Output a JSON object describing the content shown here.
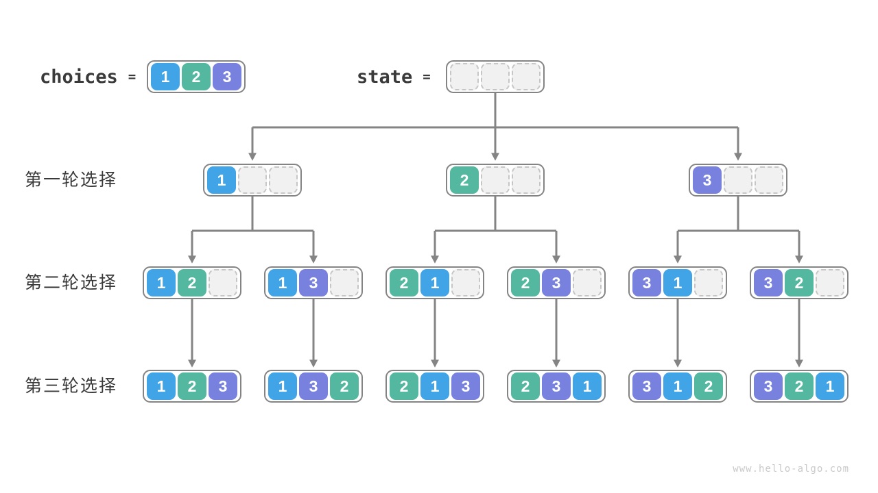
{
  "header": {
    "choices_label": "choices",
    "choices_equals": "=",
    "choices_cells": [
      "1",
      "2",
      "3"
    ],
    "state_label": "state",
    "state_equals": "=",
    "state_cells": [
      "",
      "",
      ""
    ]
  },
  "rows": [
    {
      "label": "第一轮选择"
    },
    {
      "label": "第二轮选择"
    },
    {
      "label": "第三轮选择"
    }
  ],
  "tree": {
    "level1": [
      [
        "1",
        "",
        ""
      ],
      [
        "2",
        "",
        ""
      ],
      [
        "3",
        "",
        ""
      ]
    ],
    "level2": [
      [
        "1",
        "2",
        ""
      ],
      [
        "1",
        "3",
        ""
      ],
      [
        "2",
        "1",
        ""
      ],
      [
        "2",
        "3",
        ""
      ],
      [
        "3",
        "1",
        ""
      ],
      [
        "3",
        "2",
        ""
      ]
    ],
    "level3": [
      [
        "1",
        "2",
        "3"
      ],
      [
        "1",
        "3",
        "2"
      ],
      [
        "2",
        "1",
        "3"
      ],
      [
        "2",
        "3",
        "1"
      ],
      [
        "3",
        "1",
        "2"
      ],
      [
        "3",
        "2",
        "1"
      ]
    ]
  },
  "colors": {
    "value1": "#41a4e6",
    "value2": "#54b8a0",
    "value3": "#7882de",
    "box_border": "#848484",
    "arrow": "#848484",
    "empty_fill": "#f1f1f1",
    "empty_border": "#c6c6c6"
  },
  "watermark": "www.hello-algo.com"
}
